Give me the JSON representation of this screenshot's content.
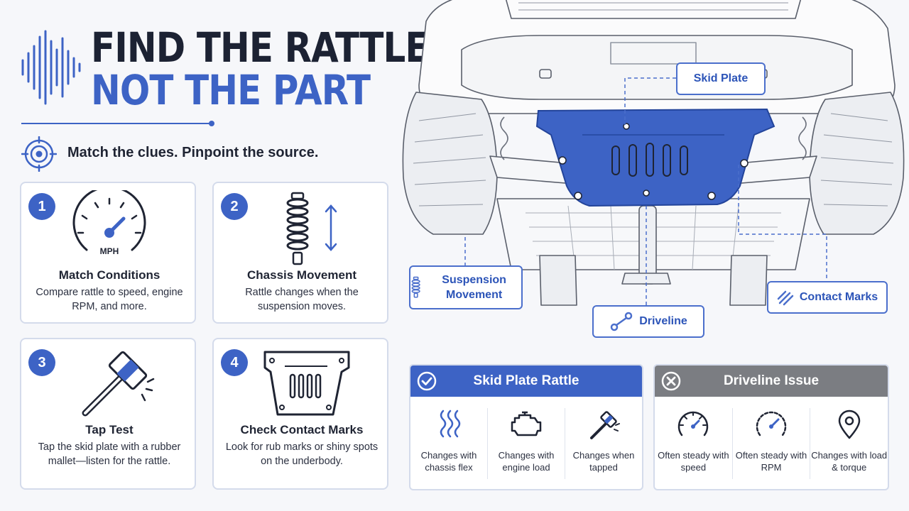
{
  "header": {
    "title_line1": "FIND THE RATTLE,",
    "title_line2": "NOT THE PART",
    "subtitle": "Match the clues. Pinpoint the source."
  },
  "steps": [
    {
      "number": "1",
      "title": "Match Conditions",
      "text": "Compare rattle to speed, engine RPM, and more.",
      "icon": "speedometer-icon",
      "icon_label": "MPH"
    },
    {
      "number": "2",
      "title": "Chassis Movement",
      "text": "Rattle changes when the suspension moves.",
      "icon": "coil-spring-icon"
    },
    {
      "number": "3",
      "title": "Tap Test",
      "text": "Tap the skid plate with a rubber mallet—listen for the rattle.",
      "icon": "mallet-icon"
    },
    {
      "number": "4",
      "title": "Check Contact Marks",
      "text": "Look for rub marks or shiny spots on the underbody.",
      "icon": "skid-plate-icon"
    }
  ],
  "callouts": {
    "skid_plate": "Skid Plate",
    "suspension": "Suspension Movement",
    "driveline": "Driveline",
    "contact_marks": "Contact Marks"
  },
  "comparison": {
    "skid_plate_rattle": {
      "title": "Skid Plate Rattle",
      "items": [
        {
          "text": "Changes with chassis flex",
          "icon": "flex-lines-icon"
        },
        {
          "text": "Changes with engine load",
          "icon": "engine-icon"
        },
        {
          "text": "Changes when tapped",
          "icon": "mallet-icon"
        }
      ]
    },
    "driveline_issue": {
      "title": "Driveline Issue",
      "items": [
        {
          "text": "Often steady with speed",
          "icon": "speedometer-icon"
        },
        {
          "text": "Often steady with RPM",
          "icon": "tachometer-icon"
        },
        {
          "text": "Changes with load & torque",
          "icon": "location-pin-icon"
        }
      ]
    }
  },
  "colors": {
    "accent_blue": "#3d63c5",
    "dark_text": "#1c2233",
    "neutral_gray": "#7b7d82"
  }
}
